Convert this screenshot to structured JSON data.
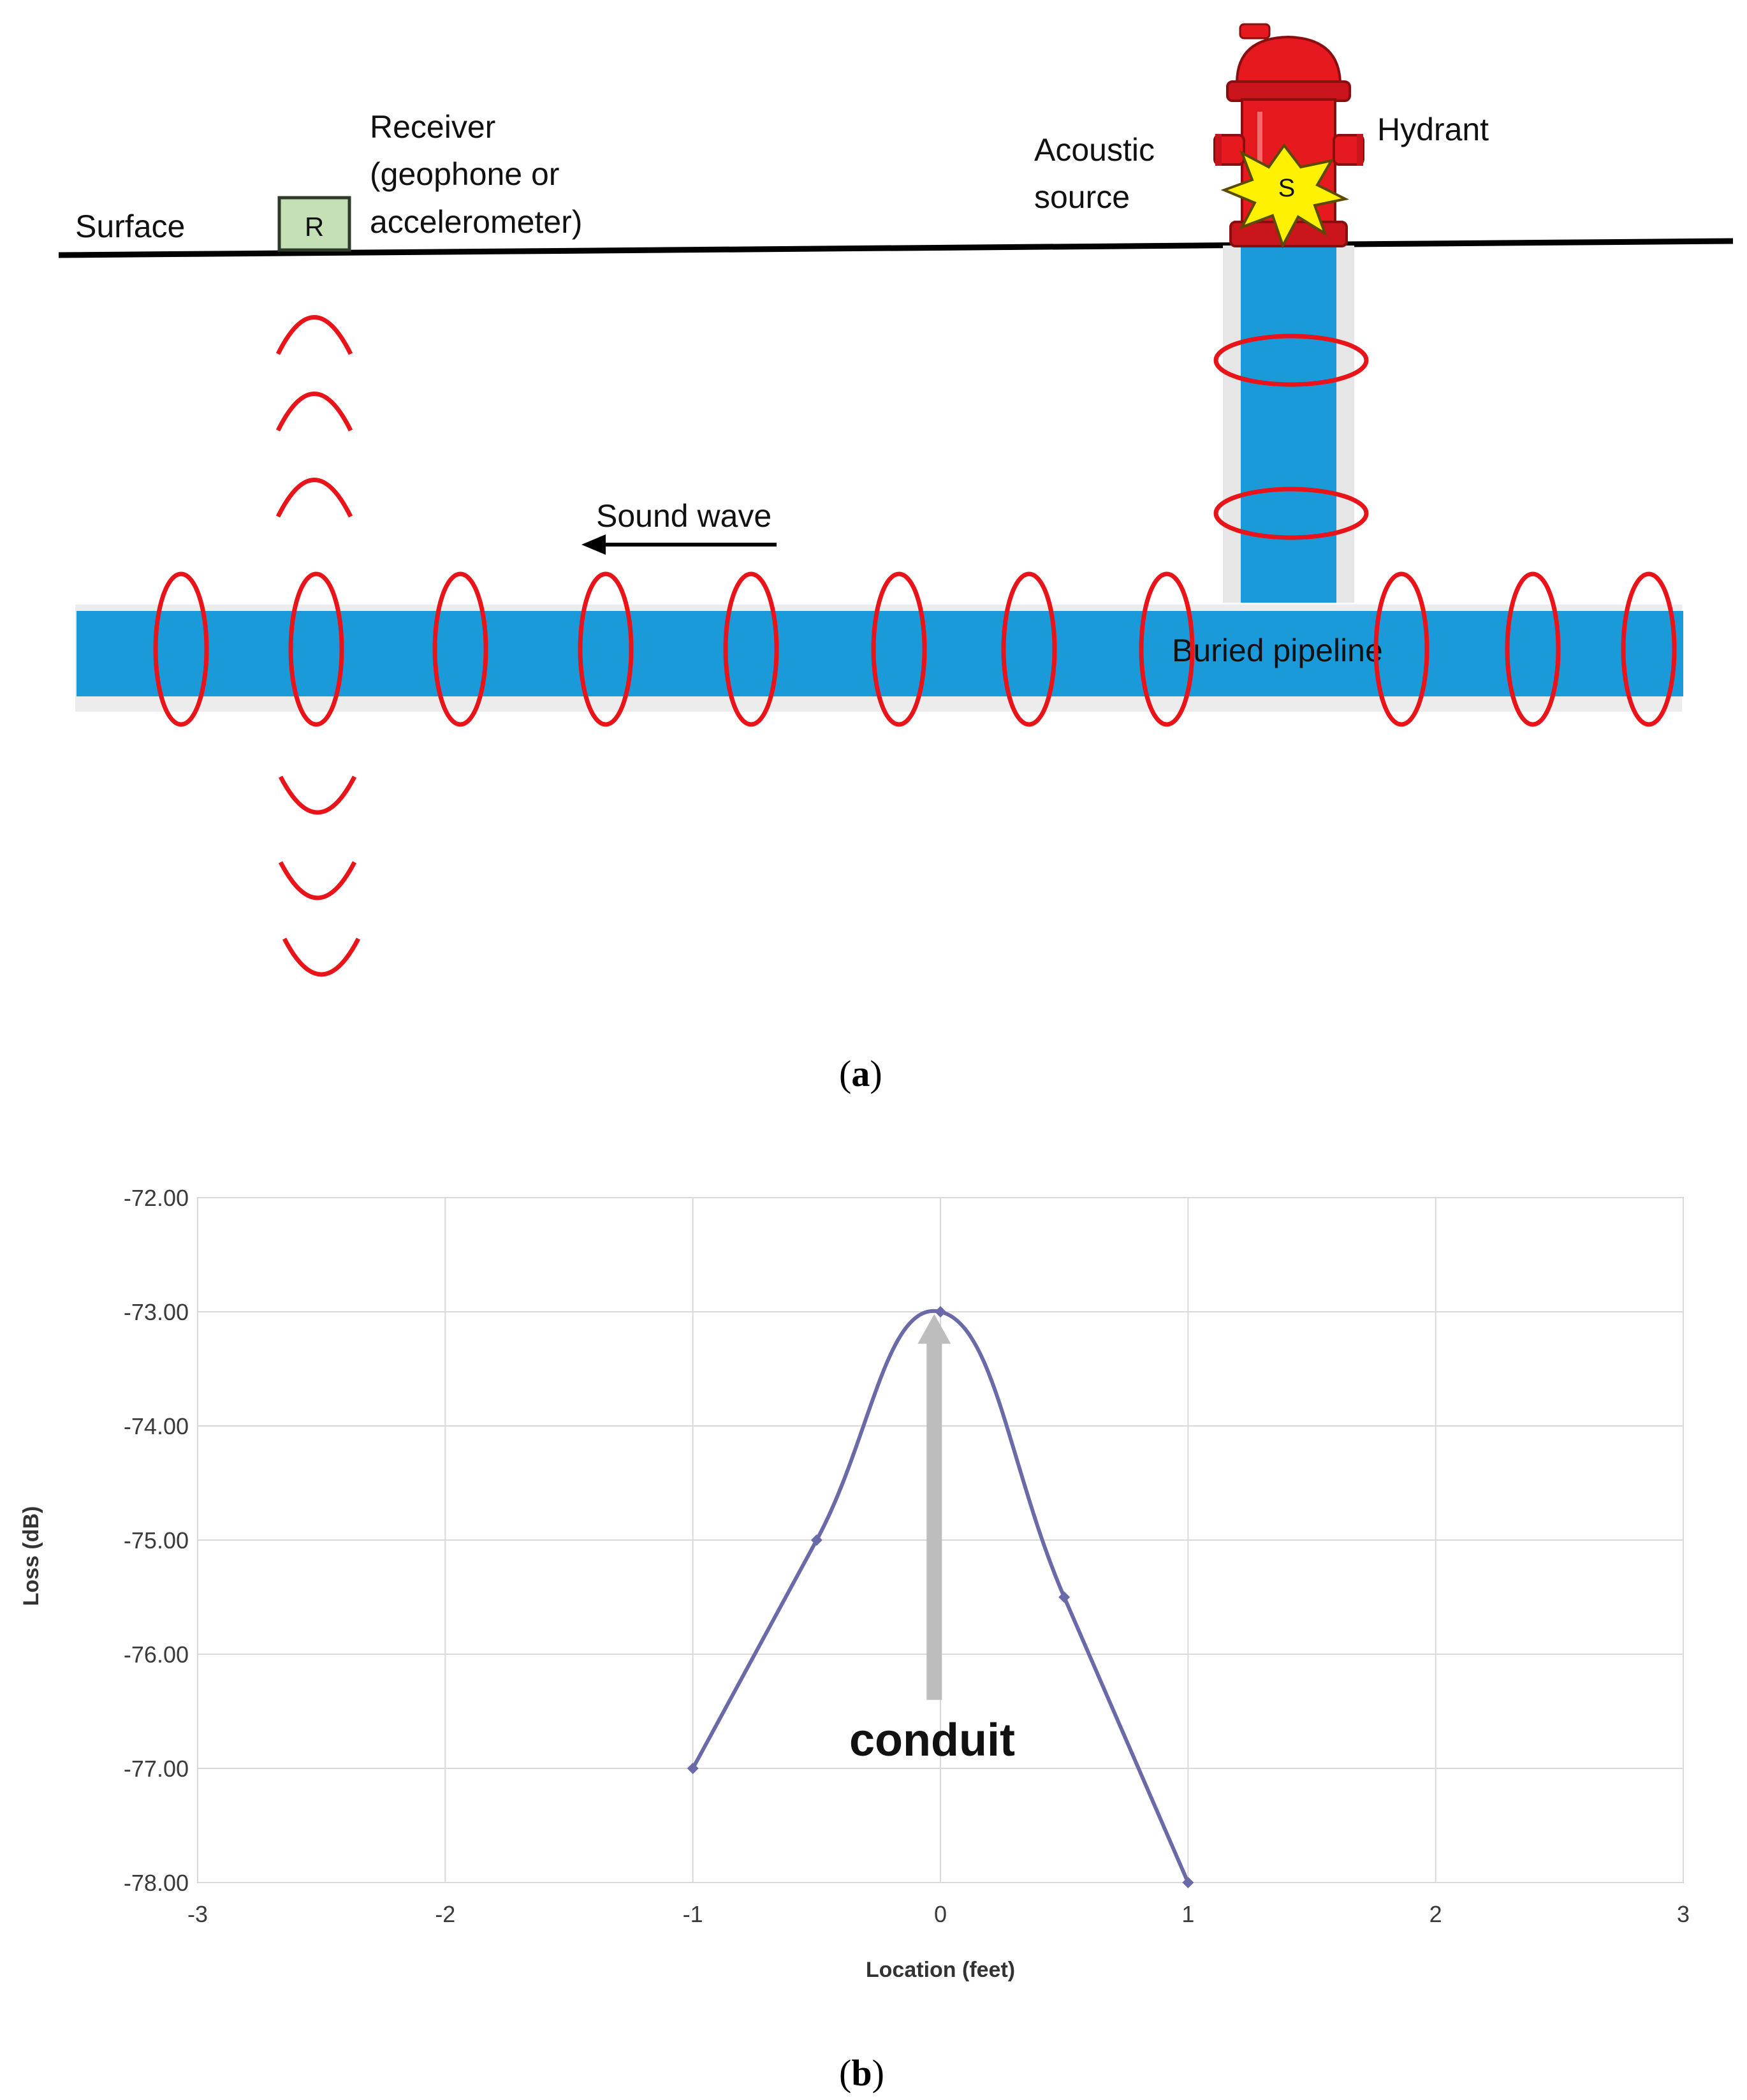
{
  "panel_a": {
    "labels": {
      "surface": "Surface",
      "receiver_box": "R",
      "receiver_line1": "Receiver",
      "receiver_line2": "(geophone or",
      "receiver_line3": "accelerometer)",
      "source_line1": "Acoustic",
      "source_line2": "source",
      "hydrant": "Hydrant",
      "source_mark": "S",
      "sound_wave": "Sound wave",
      "pipeline": "Buried pipeline"
    },
    "colors": {
      "pipe": "#1a9ad8",
      "rings": "#e8141a",
      "receiver_fill": "#c5e0b4",
      "receiver_border": "#2e3a2a",
      "hydrant": "#e5191e",
      "burst": "#fff200"
    },
    "caption": "(a)"
  },
  "panel_b": {
    "caption": "(b)",
    "annotation": "conduit",
    "colors": {
      "line": "#6a6aa8",
      "arrow": "#bdbdbd",
      "grid": "#d9d9d9"
    }
  },
  "chart_data": {
    "type": "line",
    "title": "",
    "xlabel": "Location (feet)",
    "ylabel": "Loss (dB)",
    "xlim": [
      -3,
      3
    ],
    "ylim": [
      -78,
      -72
    ],
    "x_ticks": [
      "-3",
      "-2",
      "-1",
      "0",
      "1",
      "2",
      "3"
    ],
    "y_ticks": [
      "-72.00",
      "-73.00",
      "-74.00",
      "-75.00",
      "-76.00",
      "-77.00",
      "-78.00"
    ],
    "grid": true,
    "smooth": true,
    "series": [
      {
        "x": [
          -1,
          -0.5,
          0,
          0.5,
          1
        ],
        "y": [
          -77,
          -75,
          -73,
          -75.5,
          -78
        ]
      }
    ]
  }
}
